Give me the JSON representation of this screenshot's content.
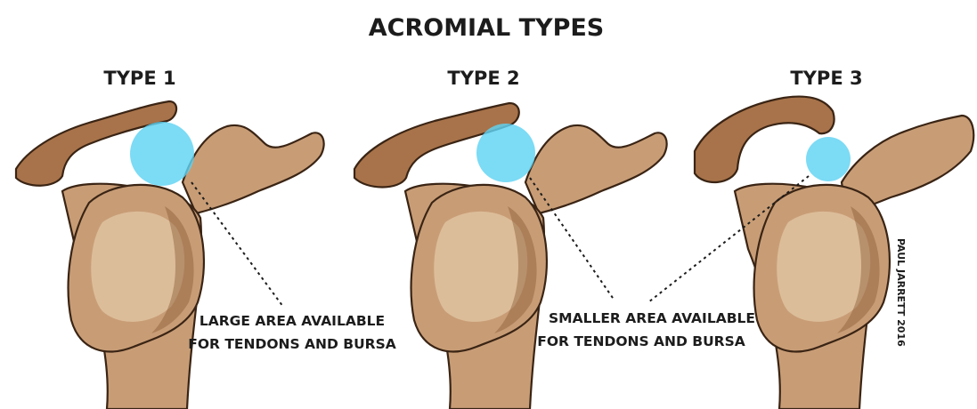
{
  "title": "ACROMIAL TYPES",
  "types": [
    {
      "label": "TYPE 1"
    },
    {
      "label": "TYPE 2"
    },
    {
      "label": "TYPE 3"
    }
  ],
  "captions": {
    "large": [
      "LARGE AREA AVAILABLE",
      "FOR TENDONS AND BURSA"
    ],
    "smaller": [
      "SMALLER AREA AVAILABLE",
      "FOR TENDONS AND BURSA"
    ]
  },
  "credit": "PAUL JARRETT 2016",
  "colors": {
    "bone": "#c89d76",
    "bone_dark": "#a8734a",
    "subacromial_space": "#5fd3f3",
    "text": "#1c1c1c"
  }
}
